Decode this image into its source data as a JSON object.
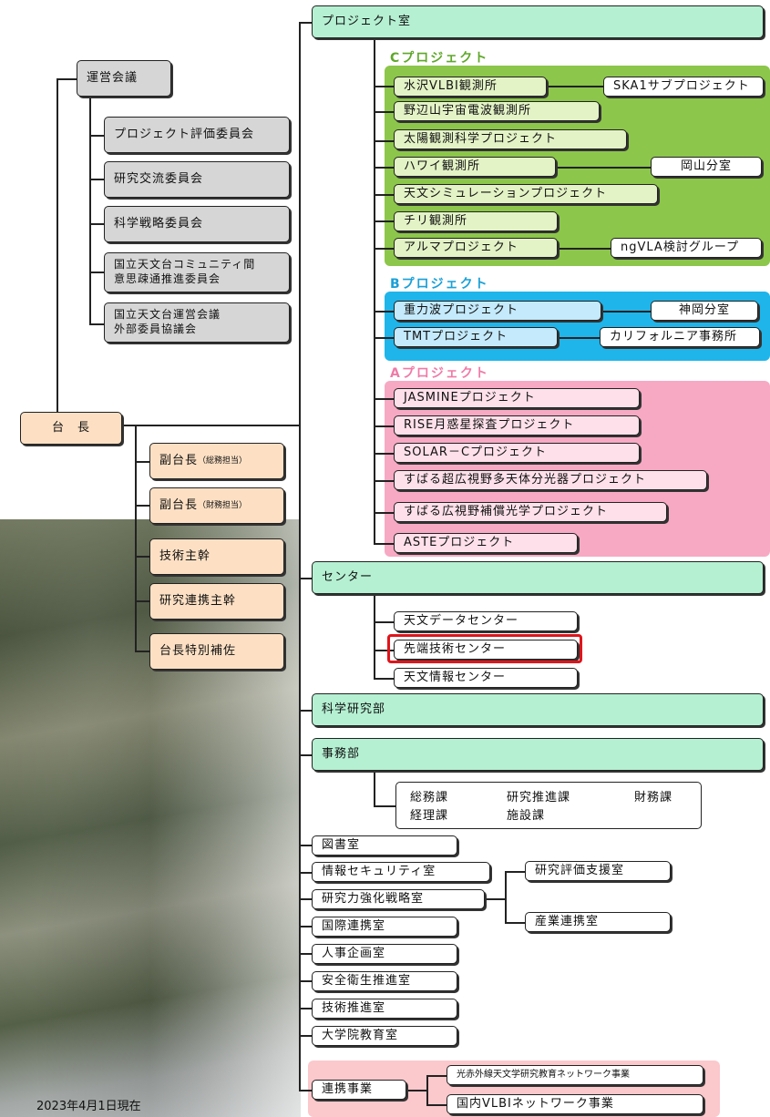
{
  "left": {
    "council": "運営会議",
    "committees": [
      "プロジェクト評価委員会",
      "研究交流委員会",
      "科学戦略委員会"
    ],
    "committee_multi1": [
      "国立天文台コミュニティ間",
      "意思疎通推進委員会"
    ],
    "committee_multi2": [
      "国立天文台運営会議",
      "外部委員協議会"
    ],
    "director": "台　長",
    "vice1_main": "副台長",
    "vice1_sub": "（総務担当）",
    "vice2_main": "副台長",
    "vice2_sub": "（財務担当）",
    "staff": [
      "技術主幹",
      "研究連携主幹",
      "台長特別補佐"
    ]
  },
  "project_office": "プロジェクト室",
  "c_projects": {
    "title": "Cプロジェクト",
    "items": [
      "水沢VLBI観測所",
      "野辺山宇宙電波観測所",
      "太陽観測科学プロジェクト",
      "ハワイ観測所",
      "天文シミュレーションプロジェクト",
      "チリ観測所",
      "アルマプロジェクト"
    ],
    "sub": [
      "SKA1サブプロジェクト",
      "岡山分室",
      "ngVLA検討グループ"
    ]
  },
  "b_projects": {
    "title": "Bプロジェクト",
    "items": [
      "重力波プロジェクト",
      "TMTプロジェクト"
    ],
    "sub": [
      "神岡分室",
      "カリフォルニア事務所"
    ]
  },
  "a_projects": {
    "title": "Aプロジェクト",
    "items": [
      "JASMINEプロジェクト",
      "RISE月惑星探査プロジェクト",
      "SOLAR－Cプロジェクト",
      "すばる超広視野多天体分光器プロジェクト",
      "すばる広視野補償光学プロジェクト",
      "ASTEプロジェクト"
    ]
  },
  "center": {
    "title": "センター",
    "items": [
      "天文データセンター",
      "先端技術センター",
      "天文情報センター"
    ]
  },
  "science_dept": "科学研究部",
  "admin": {
    "title": "事務部",
    "row1": [
      "総務課",
      "研究推進課",
      "財務課"
    ],
    "row2": [
      "経理課",
      "施設課"
    ]
  },
  "offices": [
    "図書室",
    "情報セキュリティ室",
    "研究力強化戦略室",
    "国際連携室",
    "人事企画室",
    "安全衛生推進室",
    "技術推進室",
    "大学院教育室"
  ],
  "research_sub": [
    "研究評価支援室",
    "産業連携室"
  ],
  "collab": {
    "title": "連携事業",
    "items": [
      "光赤外線天文学研究教育ネットワーク事業",
      "国内VLBIネットワーク事業"
    ]
  },
  "date": "2023年4月1日現在",
  "colors": {
    "teal": "#b5f0d2",
    "c_panel": "#8cc64a",
    "b_panel": "#1fb5ea",
    "a_panel": "#f7a9c4",
    "highlight": "#e0141b"
  }
}
